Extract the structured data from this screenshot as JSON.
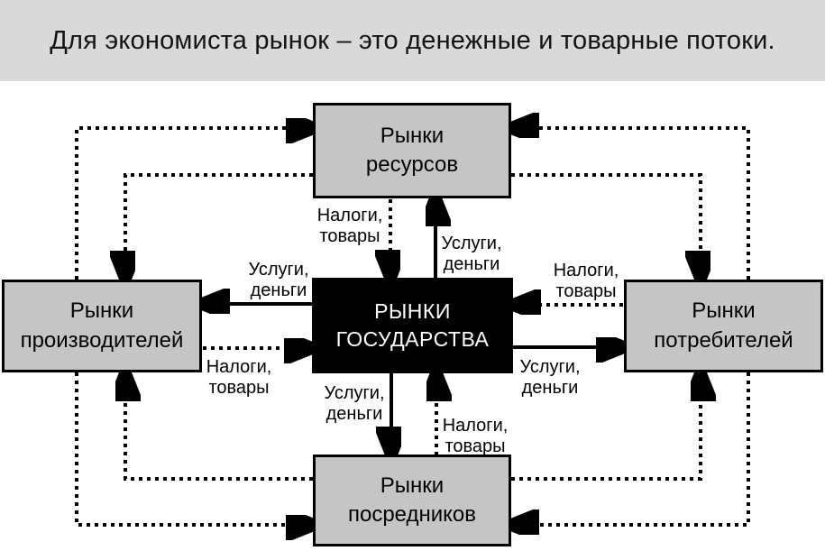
{
  "title": "Для экономиста рынок – это денежные и товарные потоки.",
  "colors": {
    "banner_bg": "#d9d9d9",
    "box_fill": "#c5c5c5",
    "box_border": "#000000",
    "center_box_bg": "#000000",
    "center_box_text": "#ffffff",
    "line": "#000000",
    "page_bg": "#ffffff"
  },
  "boxes": {
    "top": {
      "label": "Рынки\nресурсов"
    },
    "left": {
      "label": "Рынки\nпроизводителей"
    },
    "center": {
      "label": "РЫНКИ\nГОСУДАРСТВА"
    },
    "right": {
      "label": "Рынки\nпотребителей"
    },
    "bottom": {
      "label": "Рынки\nпосредников"
    }
  },
  "labels": {
    "top_taxes": "Налоги,\nтовары",
    "top_services": "Услуги,\nденьги",
    "left_services": "Услуги,\nденьги",
    "left_taxes": "Налоги,\nтовары",
    "right_taxes": "Налоги,\nтовары",
    "right_services": "Услуги,\nденьги",
    "bottom_services": "Услуги,\nденьги",
    "bottom_taxes": "Налоги,\nтовары"
  },
  "connections": [
    {
      "from": "state-markets",
      "to": "resource-markets",
      "style": "solid",
      "label": "Услуги, деньги"
    },
    {
      "from": "resource-markets",
      "to": "state-markets",
      "style": "dotted",
      "label": "Налоги, товары"
    },
    {
      "from": "state-markets",
      "to": "producer-markets",
      "style": "solid",
      "label": "Услуги, деньги"
    },
    {
      "from": "producer-markets",
      "to": "state-markets",
      "style": "dotted",
      "label": "Налоги, товары"
    },
    {
      "from": "state-markets",
      "to": "consumer-markets",
      "style": "solid",
      "label": "Услуги, деньги"
    },
    {
      "from": "consumer-markets",
      "to": "state-markets",
      "style": "dotted",
      "label": "Налоги, товары"
    },
    {
      "from": "state-markets",
      "to": "intermediary-markets",
      "style": "solid",
      "label": "Услуги, деньги"
    },
    {
      "from": "intermediary-markets",
      "to": "state-markets",
      "style": "dotted",
      "label": "Налоги, товары"
    },
    {
      "from": "producer-markets",
      "to": "resource-markets",
      "style": "dotted",
      "label": ""
    },
    {
      "from": "resource-markets",
      "to": "producer-markets",
      "style": "dotted",
      "label": ""
    },
    {
      "from": "consumer-markets",
      "to": "resource-markets",
      "style": "dotted",
      "label": ""
    },
    {
      "from": "resource-markets",
      "to": "consumer-markets",
      "style": "dotted",
      "label": ""
    },
    {
      "from": "producer-markets",
      "to": "intermediary-markets",
      "style": "dotted",
      "label": ""
    },
    {
      "from": "intermediary-markets",
      "to": "producer-markets",
      "style": "dotted",
      "label": ""
    },
    {
      "from": "consumer-markets",
      "to": "intermediary-markets",
      "style": "dotted",
      "label": ""
    },
    {
      "from": "intermediary-markets",
      "to": "consumer-markets",
      "style": "dotted",
      "label": ""
    }
  ]
}
